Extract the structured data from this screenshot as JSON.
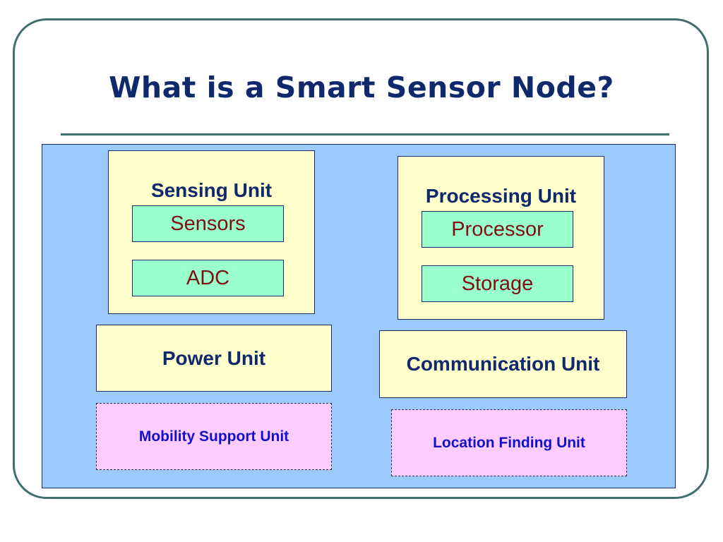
{
  "slide": {
    "title": "What is a Smart Sensor Node?"
  },
  "sensing_unit": {
    "label": "Sensing Unit",
    "components": [
      "Sensors",
      "ADC"
    ]
  },
  "processing_unit": {
    "label": "Processing Unit",
    "components": [
      "Processor",
      "Storage"
    ]
  },
  "power_unit": {
    "label": "Power Unit"
  },
  "communication_unit": {
    "label": "Communication Unit"
  },
  "mobility_support_unit": {
    "label": "Mobility Support Unit"
  },
  "location_finding_unit": {
    "label": "Location Finding Unit"
  },
  "colors": {
    "title": "#10286c",
    "frame": "#3f6f6c",
    "panel_bg": "#9ccafc",
    "unit_bg": "#ffffcc",
    "component_bg": "#99ffcc",
    "component_text": "#7f1010",
    "optional_bg": "#ffccff",
    "optional_text": "#1111cc"
  }
}
